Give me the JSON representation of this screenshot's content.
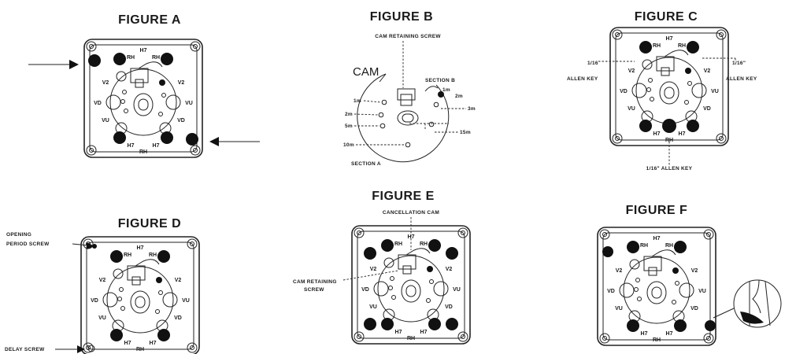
{
  "figures": {
    "a": {
      "title": "FIGURE A"
    },
    "b": {
      "title": "FIGURE B",
      "cam_retaining_screw": "CAM RETAINING SCREW",
      "cam": "CAM",
      "section_b": "SECTION B",
      "section_a": "SECTION A",
      "marks": [
        "1m",
        "2m",
        "3m",
        "1m",
        "2m",
        "5m",
        "10m",
        "15m"
      ]
    },
    "c": {
      "title": "FIGURE C",
      "left_key_fraction": "1/16",
      "left_key_label": "ALLEN KEY",
      "right_key_fraction": "1/16\"",
      "right_key_label": "ALLEN KEY",
      "bottom_key_label": "1/16\" ALLEN KEY"
    },
    "d": {
      "title": "FIGURE D",
      "opening_period_screw_line1": "OPENING",
      "opening_period_screw_line2": "PERIOD SCREW",
      "delay_screw": "DELAY SCREW"
    },
    "e": {
      "title": "FIGURE E",
      "cancellation_cam": "CANCELLATION CAM",
      "cam_retaining_screw_line1": "CAM RETAINING",
      "cam_retaining_screw_line2": "SCREW"
    },
    "f": {
      "title": "FIGURE F"
    }
  },
  "plate_labels": {
    "top": "H7",
    "upper_left": "RH",
    "upper_right": "RH",
    "left_upper": "V2",
    "right_upper": "V2",
    "left_lower": "VD",
    "right_lower": "VU",
    "lower_left": "VU",
    "lower_right": "VD",
    "bottom_left": "H7",
    "bottom_right": "H7",
    "bottom": "RH"
  },
  "colors": {
    "ink": "#1a1a1a",
    "paper": "#ffffff"
  }
}
